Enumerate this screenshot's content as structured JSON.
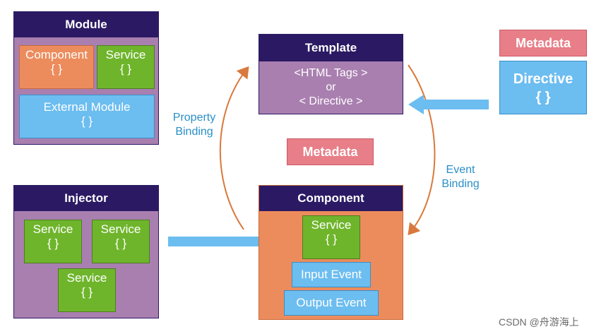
{
  "module": {
    "title": "Module",
    "component": {
      "label": "Component",
      "braces": "{ }"
    },
    "service": {
      "label": "Service",
      "braces": "{ }"
    },
    "external": {
      "label": "External Module",
      "braces": "{ }"
    }
  },
  "injector": {
    "title": "Injector",
    "services": [
      {
        "label": "Service",
        "braces": "{ }"
      },
      {
        "label": "Service",
        "braces": "{ }"
      },
      {
        "label": "Service",
        "braces": "{ }"
      }
    ]
  },
  "template": {
    "title": "Template",
    "line1": "<HTML Tags >",
    "line2": "or",
    "line3": "< Directive >"
  },
  "metadata_center": "Metadata",
  "metadata_right": "Metadata",
  "directive": {
    "label": "Directive",
    "braces": "{ }"
  },
  "component": {
    "title": "Component",
    "service": {
      "label": "Service",
      "braces": "{ }"
    },
    "input_event": "Input Event",
    "output_event": "Output Event"
  },
  "labels": {
    "property_binding_1": "Property",
    "property_binding_2": "Binding",
    "event_binding_1": "Event",
    "event_binding_2": "Binding"
  },
  "watermark": "CSDN @舟游海上",
  "colors": {
    "header": "#2b1a63",
    "purple": "#a97fb0",
    "green": "#6fb52c",
    "orange": "#ec8c5d",
    "blue": "#6cbdf0",
    "pink": "#e87e88",
    "arrow_orange": "#d9793d",
    "arrow_blue": "#6cbdf0",
    "label_blue": "#2a8fc8"
  }
}
